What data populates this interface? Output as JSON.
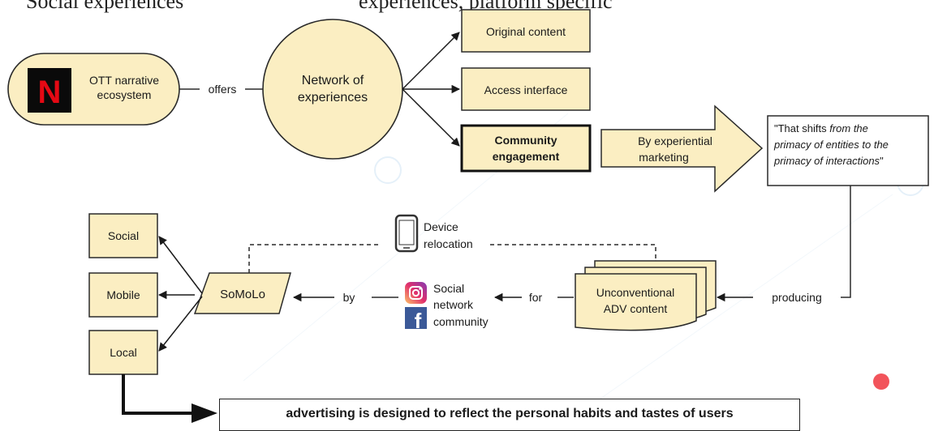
{
  "top_fragments": {
    "left": "Social experiences",
    "right": "experiences, platform specific"
  },
  "ott": {
    "label_line1": "OTT narrative",
    "label_line2": "ecosystem",
    "logo_letter": "N"
  },
  "offers": "offers",
  "network": {
    "line1": "Network of",
    "line2": "experiences"
  },
  "original_content": "Original content",
  "access_interface": "Access interface",
  "community_engagement": {
    "line1": "Community",
    "line2": "engagement"
  },
  "by_experiential": {
    "line1": "By experiential",
    "line2": "marketing"
  },
  "quote": {
    "line1_a": "\"That shifts ",
    "line1_b": "from the",
    "line2": "primacy of entities to the",
    "line3_a": "primacy of interactions",
    "line3_b": "\""
  },
  "producing": "producing",
  "unconventional": {
    "line1": "Unconventional",
    "line2": "ADV content"
  },
  "for": "for",
  "social_network": {
    "line1": "Social",
    "line2": "network",
    "line3": "community"
  },
  "by": "by",
  "somolo": "SoMoLo",
  "device_relocation": {
    "line1": "Device",
    "line2": "relocation"
  },
  "social": "Social",
  "mobile": "Mobile",
  "local": "Local",
  "banner": "advertising is designed to reflect the personal habits and tastes of users",
  "colors": {
    "fill": "#fbeec2",
    "stroke": "#2a2a2a",
    "netflix_red": "#e50914",
    "facebook_blue": "#3b5998",
    "dot_red": "#f2545b"
  }
}
